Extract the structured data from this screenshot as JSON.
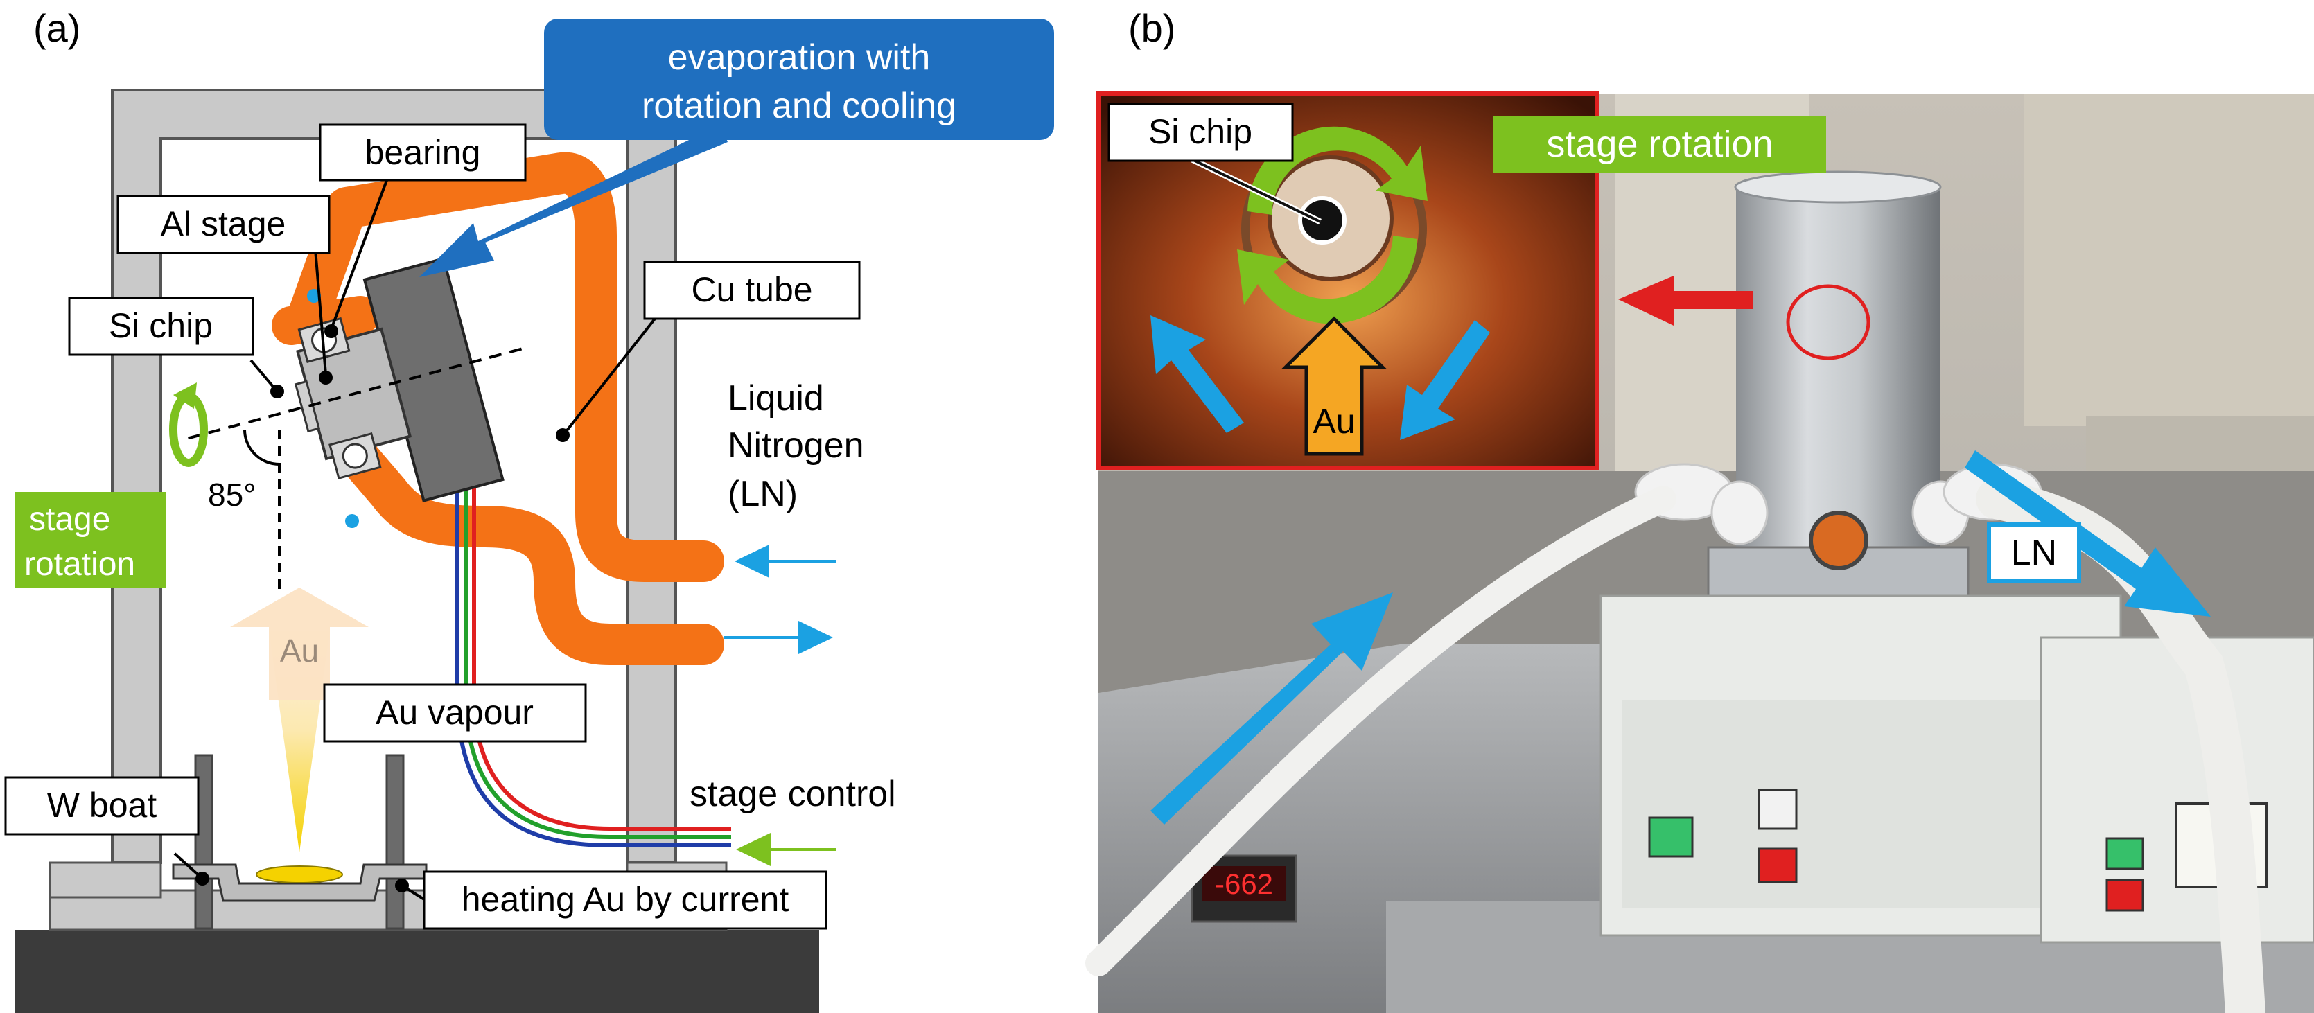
{
  "panel_a": {
    "label": "(a)",
    "callout": {
      "line1": "evaporation with",
      "line2": "rotation and cooling"
    },
    "labels": {
      "bearing": "bearing",
      "al_stage": "Al stage",
      "si_chip": "Si chip",
      "cu_tube": "Cu tube",
      "ln_line1": "Liquid",
      "ln_line2": "Nitrogen",
      "ln_line3": "(LN)",
      "angle": "85°",
      "rotation_line1": "stage",
      "rotation_line2": "rotation",
      "au": "Au",
      "au_vapour": "Au vapour",
      "w_boat": "W boat",
      "heating": "heating Au by current",
      "stage_control": "stage control"
    }
  },
  "panel_b": {
    "label": "(b)",
    "inset": {
      "si_chip": "Si chip",
      "stage_rotation": "stage rotation",
      "au": "Au"
    },
    "ln_tag": "LN",
    "display_reading": "-662"
  },
  "colors": {
    "tube_orange": "#F47216",
    "callout_blue": "#1F6FBF",
    "arrow_blue": "#1BA1E2",
    "rotation_green": "#7DC11F",
    "inset_border_red": "#E02020",
    "au_yellow": "#F5D200"
  }
}
